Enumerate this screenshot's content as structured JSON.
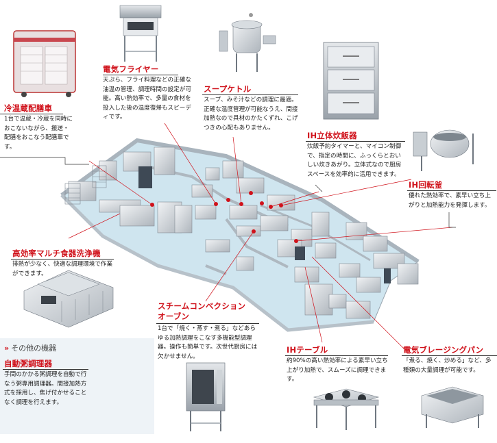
{
  "items": [
    {
      "id": "warming-cart",
      "title": "冷温蔵配膳車",
      "desc": "1台で温蔵・冷蔵を同時におこないながら、搬送・配膳をおこなう配膳車です。"
    },
    {
      "id": "fryer",
      "title": "電気フライヤー",
      "desc": "天ぷら、フライ料理などの正確な油温の管理、調理時間の設定が可能。高い熱効率で、多量の食材を投入した後の温度復帰もスピーディです。"
    },
    {
      "id": "soup-kettle",
      "title": "スープケトル",
      "desc": "スープ、みそ汁などの調理に最適。正確な温度管理が可能なうえ、間接加熱なので具材のかたくずれ、こげつきの心配もありません。"
    },
    {
      "id": "rice-cooker",
      "title": "IH立体炊飯器",
      "desc": "炊飯予約タイマーと、マイコン制御で、指定の時間に、ふっくらとおいしい炊きあがり。立体式なので厨房スペースを効率的に活用できます。"
    },
    {
      "id": "rotary-kettle",
      "title": "IH回転釜",
      "desc": "優れた熱効率で、素早い立ち上がりと加熱能力を発揮します。"
    },
    {
      "id": "dishwasher",
      "title": "高効率マルチ食器洗浄機",
      "desc": "排熱が少なく、快適な調理環境で作業ができます。"
    },
    {
      "id": "combi-oven",
      "title": "スチームコンベクションオーブン",
      "desc": "1台で「焼く・蒸す・煮る」などあらゆる加熱調理をこなす多機能型調理器。操作も簡単です。次世代厨房には欠かせません。"
    },
    {
      "id": "ih-table",
      "title": "IHテーブル",
      "desc": "約90%の高い熱効率による素早い立ち上がり加熱で、スムーズに調理できます。"
    },
    {
      "id": "braising-pan",
      "title": "電気ブレージングパン",
      "desc": "「煮る、焼く、炒める」など、多種類の大量調理が可能です。"
    }
  ],
  "other": {
    "heading": "その他の機器",
    "title": "自動粥調理器",
    "desc": "手間のかかる粥調理を自動で行なう粥専用調理器。間接加熱方式を採用し、焦げ付かせることなく調理を行えます。"
  },
  "colors": {
    "accent": "#d0121b",
    "floor": "#cfe5ef",
    "wall": "#a9b4bd",
    "steel": "#c6ccd2"
  }
}
